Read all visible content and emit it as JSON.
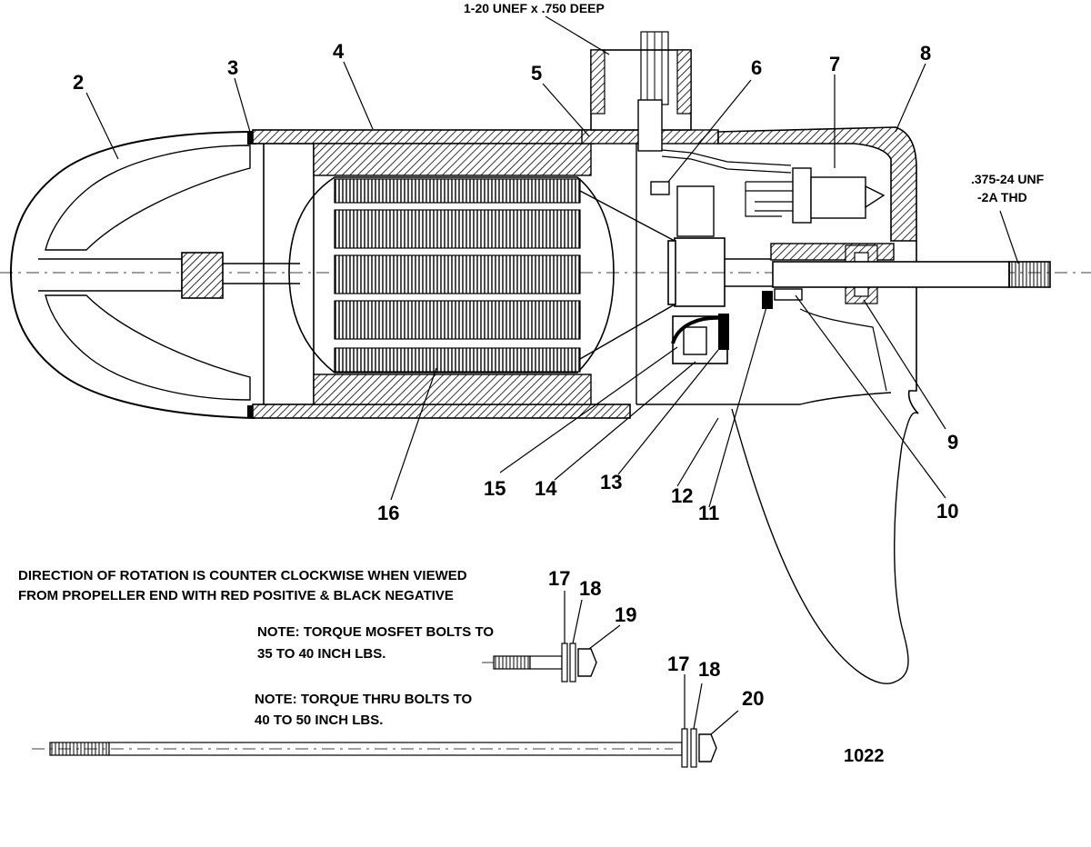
{
  "thread_top": "1-20 UNEF x .750 DEEP",
  "thread_shaft_1": ".375-24 UNF",
  "thread_shaft_2": "-2A THD",
  "callouts": {
    "c2": "2",
    "c3": "3",
    "c4": "4",
    "c5": "5",
    "c6": "6",
    "c7": "7",
    "c8": "8",
    "c9": "9",
    "c10": "10",
    "c11": "11",
    "c12": "12",
    "c13": "13",
    "c14": "14",
    "c15": "15",
    "c16": "16",
    "c17a": "17",
    "c18a": "18",
    "c19": "19",
    "c17b": "17",
    "c18b": "18",
    "c20": "20"
  },
  "rotation_note_1": "DIRECTION OF ROTATION IS COUNTER CLOCKWISE WHEN VIEWED",
  "rotation_note_2": "FROM PROPELLER END WITH RED POSITIVE & BLACK NEGATIVE",
  "mosfet_note_1": "NOTE: TORQUE MOSFET BOLTS TO",
  "mosfet_note_2": "35 TO 40 INCH LBS.",
  "thru_note_1": "NOTE: TORQUE THRU BOLTS TO",
  "thru_note_2": "40 TO 50 INCH LBS.",
  "figure_number": "1022"
}
